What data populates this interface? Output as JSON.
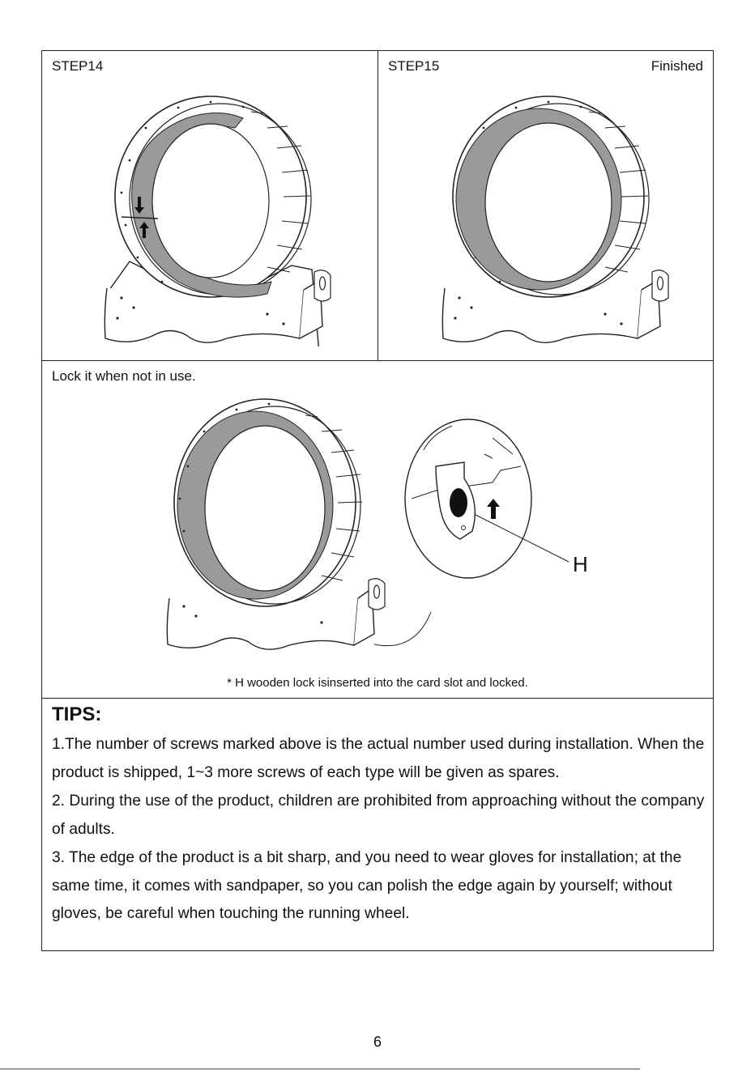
{
  "step14": {
    "label": "STEP14"
  },
  "step15": {
    "label": "STEP15",
    "status": "Finished"
  },
  "lock": {
    "instruction": "Lock it when not in use.",
    "callout_letter": "H",
    "note": "* H wooden lock isinserted into the card slot and locked."
  },
  "tips": {
    "title": "TIPS:",
    "items": [
      "1.The number of screws marked above is the actual number used during installation. When the product is shipped, 1~3 more screws of each type will be given as spares.",
      "2. During the use of the product, children are prohibited from approaching without the company of adults.",
      "3. The edge of the product is a bit sharp, and you need to wear gloves for installation; at the same time, it comes with sandpaper, so you can polish the edge again by yourself; without gloves, be careful when touching the running wheel."
    ]
  },
  "page_number": "6",
  "colors": {
    "track_gray": "#9a9a9a",
    "line": "#222222"
  }
}
